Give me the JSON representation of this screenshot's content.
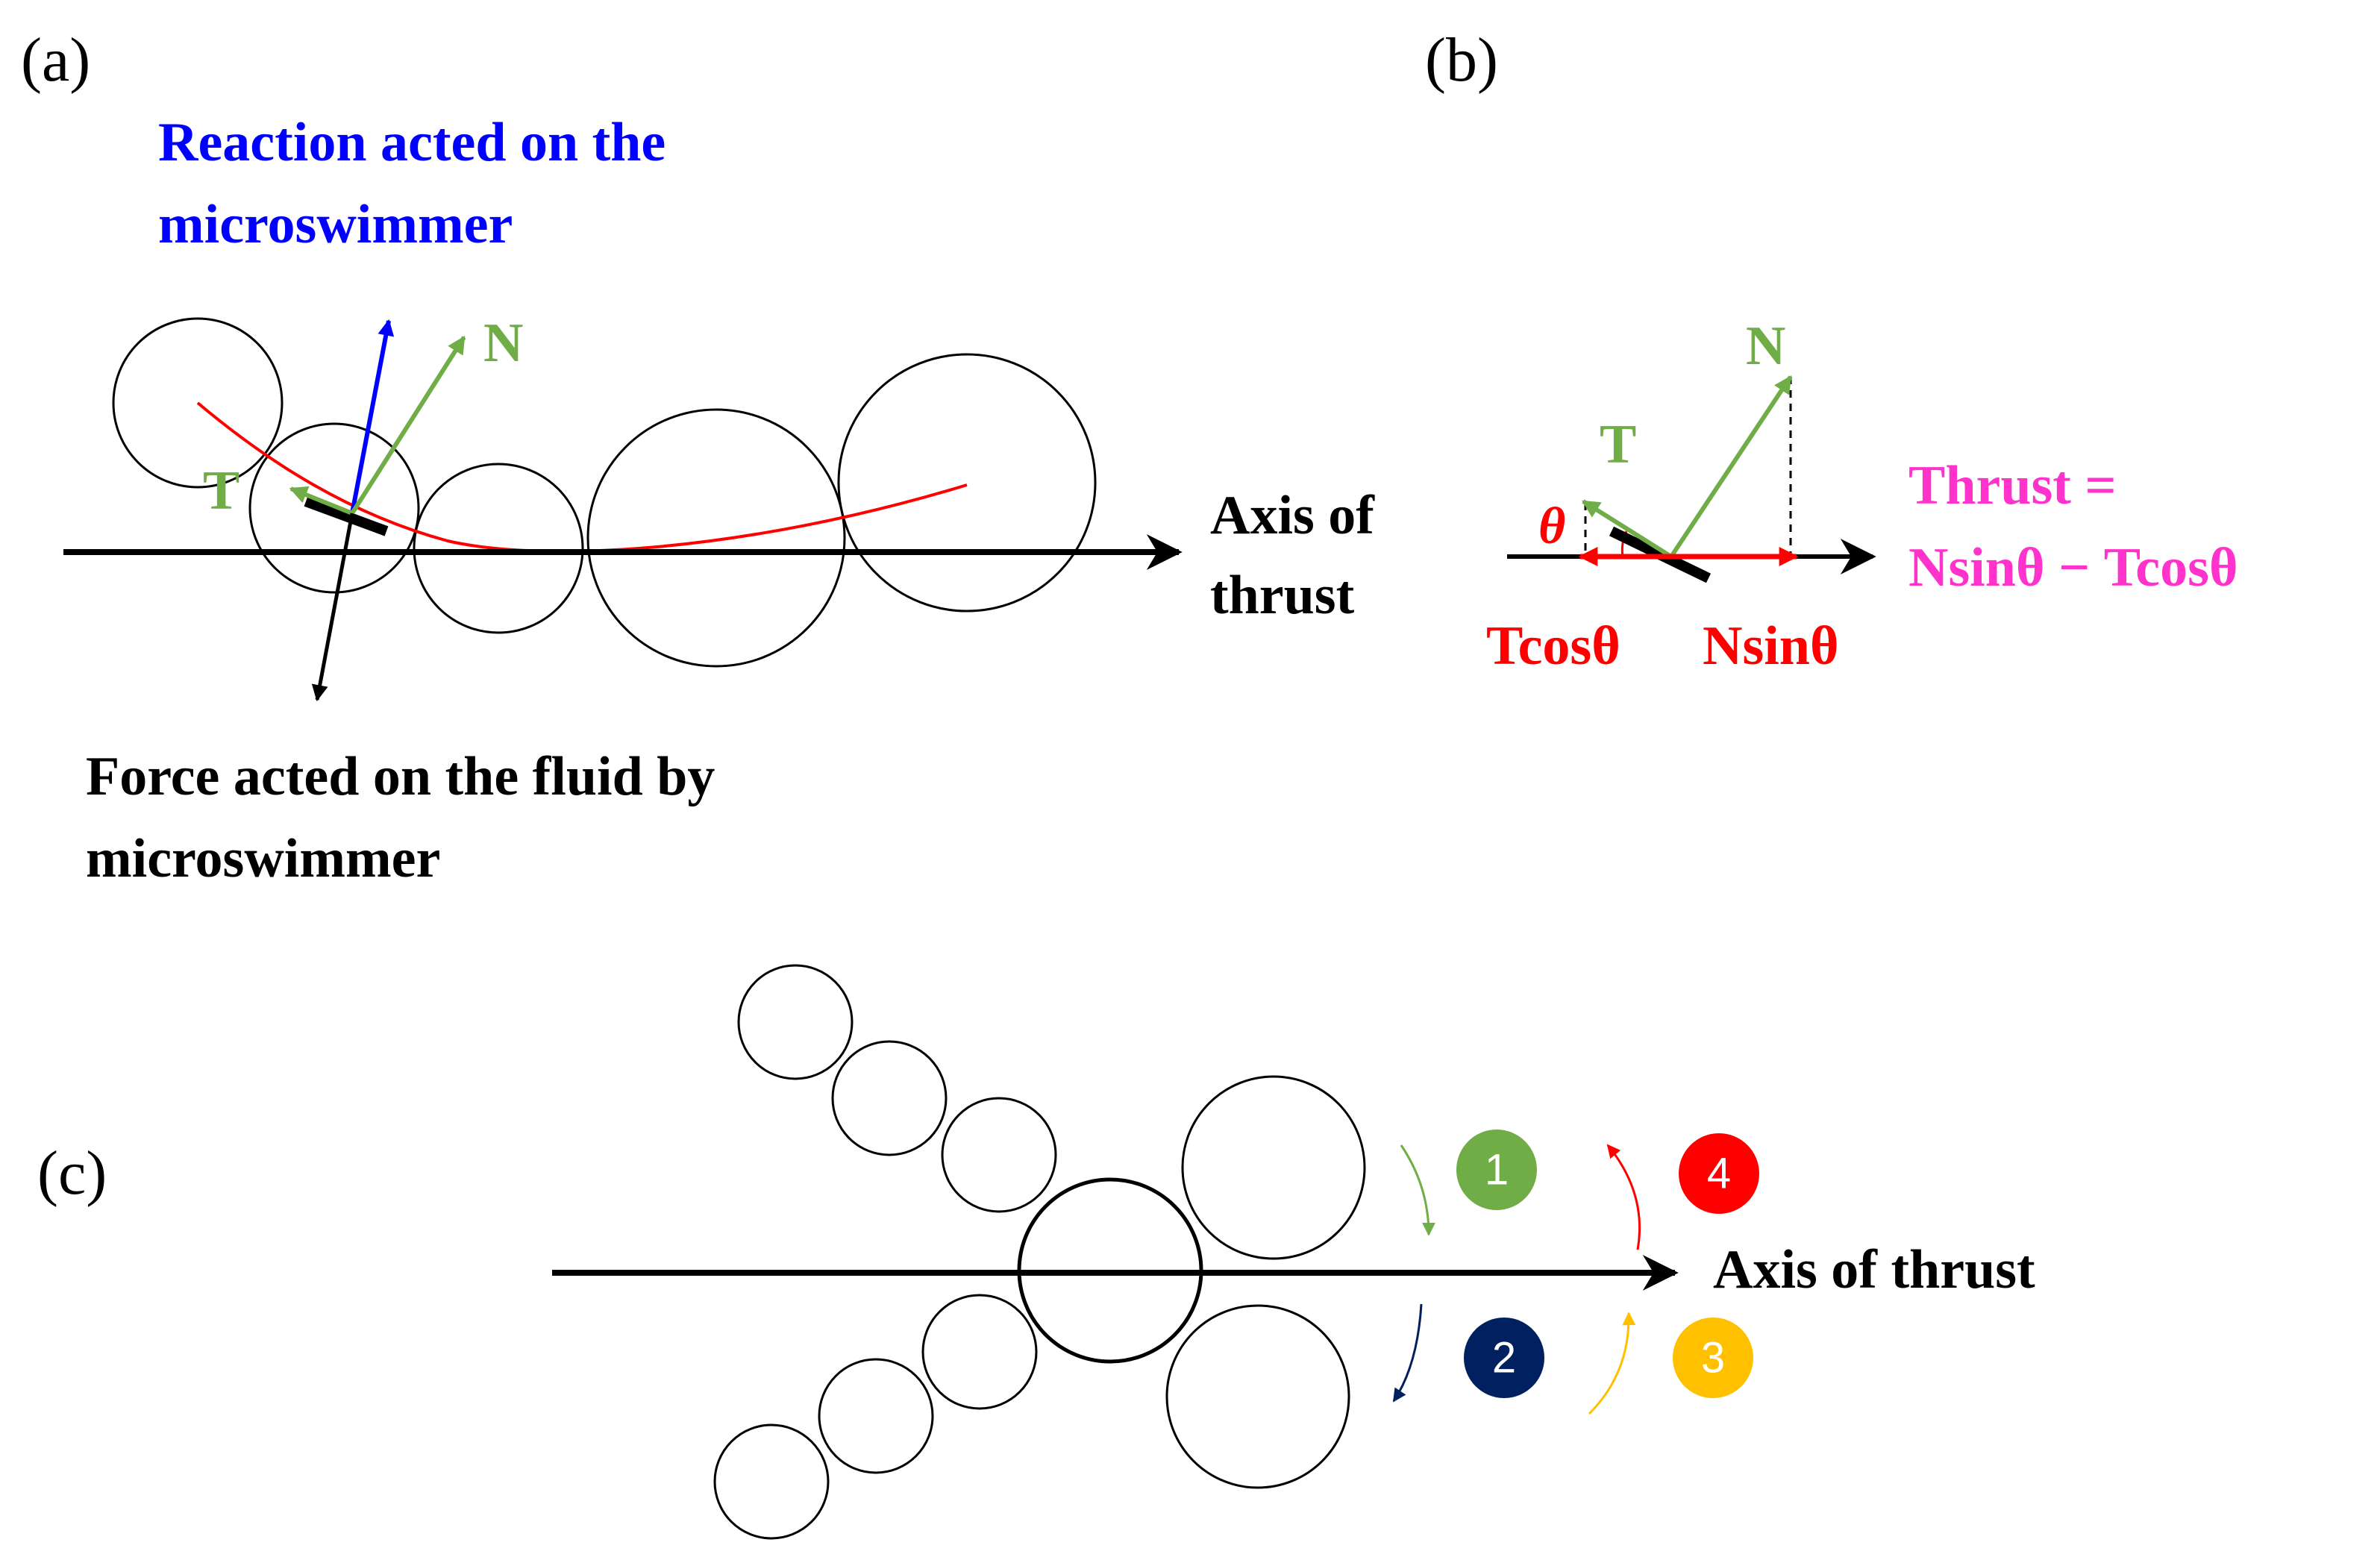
{
  "panel_a": {
    "label": "(a)",
    "reaction_line1": "Reaction acted on the",
    "reaction_line2": "microswimmer",
    "n_label": "N",
    "t_label": "T",
    "axis_line1": "Axis of",
    "axis_line2": "thrust",
    "force_line1": "Force acted on the fluid by",
    "force_line2": "microswimmer"
  },
  "panel_b": {
    "label": "(b)",
    "n_label": "N",
    "t_label": "T",
    "theta_label": "θ",
    "tcos_label": "Tcosθ",
    "nsin_label": "Nsinθ",
    "thrust_line1": "Thrust =",
    "thrust_line2": "Nsinθ − Tcosθ"
  },
  "panel_c": {
    "label": "(c)",
    "axis_label": "Axis of thrust",
    "steps": [
      "1",
      "2",
      "3",
      "4"
    ]
  },
  "colors": {
    "reaction": "#0000ff",
    "component": "#70ad47",
    "projection": "#ff0000",
    "thrust": "#ff33cc",
    "step1": "#70ad47",
    "step2": "#002060",
    "step3": "#ffc000",
    "step4": "#ff0000"
  }
}
